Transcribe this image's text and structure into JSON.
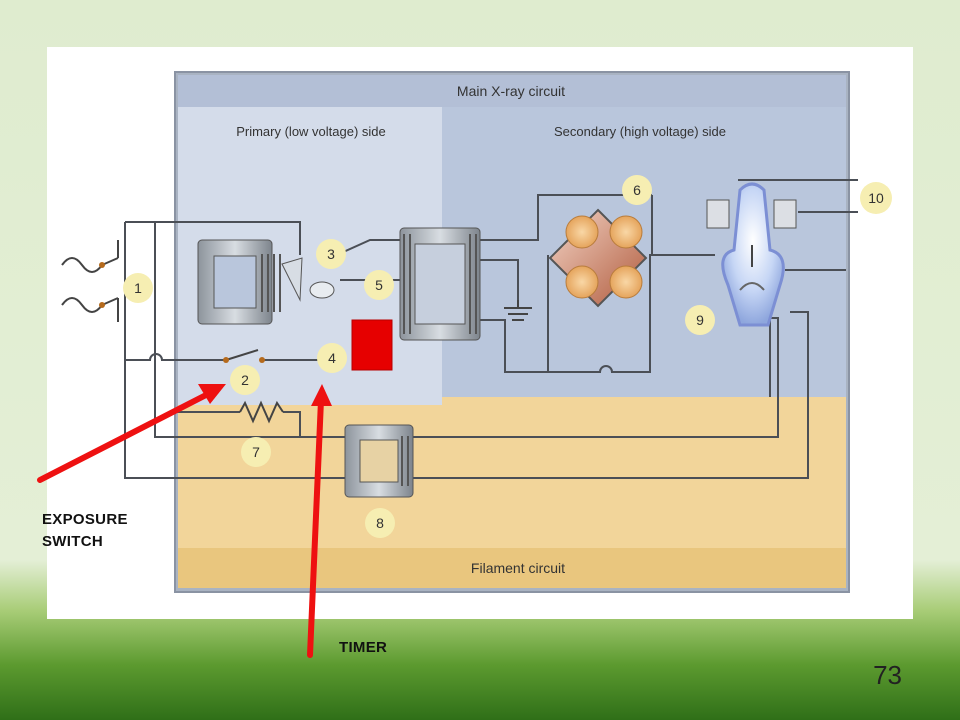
{
  "diagram": {
    "main_title": "Main X-ray circuit",
    "primary_label": "Primary (low voltage) side",
    "secondary_label": "Secondary (high voltage) side",
    "filament_label": "Filament circuit",
    "markers": [
      "1",
      "2",
      "3",
      "4",
      "5",
      "6",
      "7",
      "8",
      "9",
      "10"
    ]
  },
  "annotations": {
    "exposure_line1": "EXPOSURE",
    "exposure_line2": "SWITCH",
    "timer": "TIMER"
  },
  "page_number": "73",
  "colors": {
    "primary_bg": "#d4dcea",
    "secondary_bg": "#b9c6dc",
    "filament_bg": "#f2d59a",
    "marker_fill": "#f6eeb2",
    "arrow": "#ee1111",
    "highlight_box": "#e60000"
  }
}
